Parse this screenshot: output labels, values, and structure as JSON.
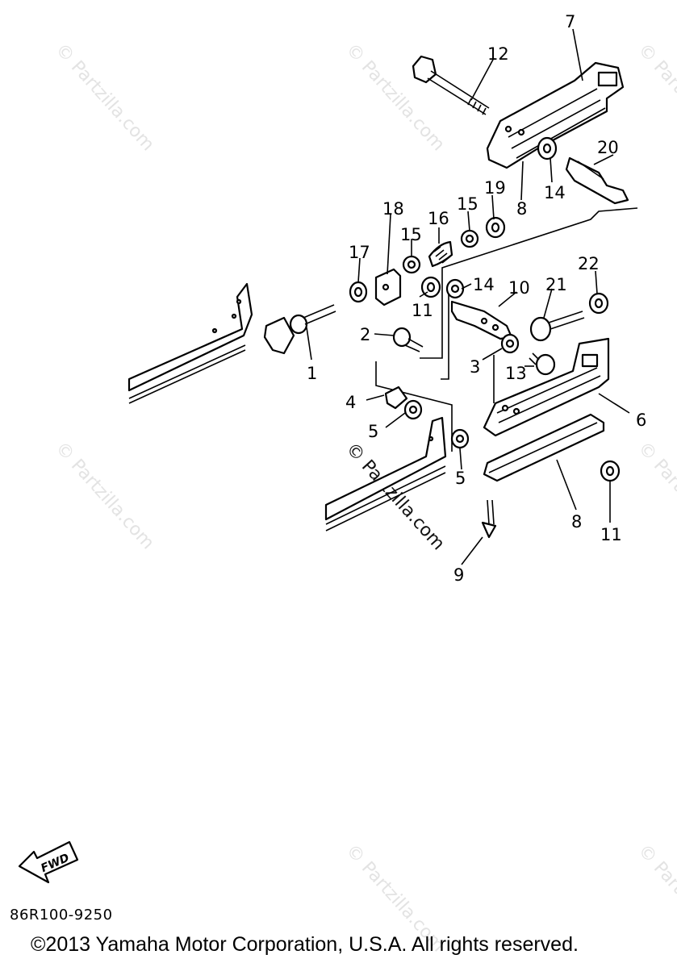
{
  "diagram": {
    "callouts": {
      "c1": "1",
      "c2": "2",
      "c3": "3",
      "c4": "4",
      "c5a": "5",
      "c5b": "5",
      "c6": "6",
      "c7": "7",
      "c8a": "8",
      "c8b": "8",
      "c9": "9",
      "c10": "10",
      "c11a": "11",
      "c11b": "11",
      "c12": "12",
      "c13": "13",
      "c14a": "14",
      "c14b": "14",
      "c15a": "15",
      "c15b": "15",
      "c16": "16",
      "c17": "17",
      "c18": "18",
      "c19": "19",
      "c20": "20",
      "c21": "21",
      "c22": "22"
    },
    "fwd_label": "FWD",
    "diagram_code": "86R100-9250",
    "copyright": "©2013  Yamaha Motor Corporation, U.S.A. All rights reserved.",
    "watermark": "© Partzilla.com"
  }
}
